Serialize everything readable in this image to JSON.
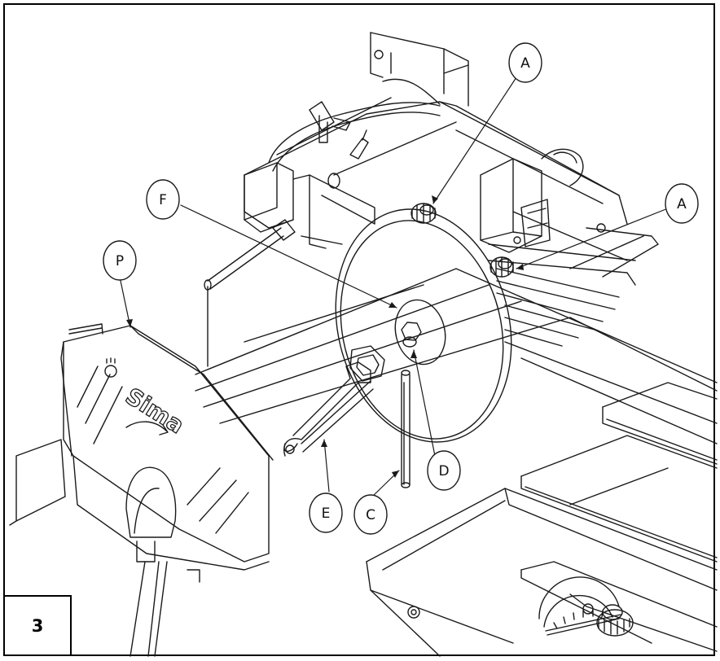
{
  "figure": {
    "number": "3",
    "brand": "Sima"
  },
  "callouts": [
    {
      "id": "A",
      "label": "A"
    },
    {
      "id": "A2",
      "label": "A"
    },
    {
      "id": "F",
      "label": "F"
    },
    {
      "id": "P",
      "label": "P"
    },
    {
      "id": "D",
      "label": "D"
    },
    {
      "id": "E",
      "label": "E"
    },
    {
      "id": "C",
      "label": "C"
    }
  ],
  "colors": {
    "line": "#1a1a1a",
    "paper": "#ffffff"
  }
}
